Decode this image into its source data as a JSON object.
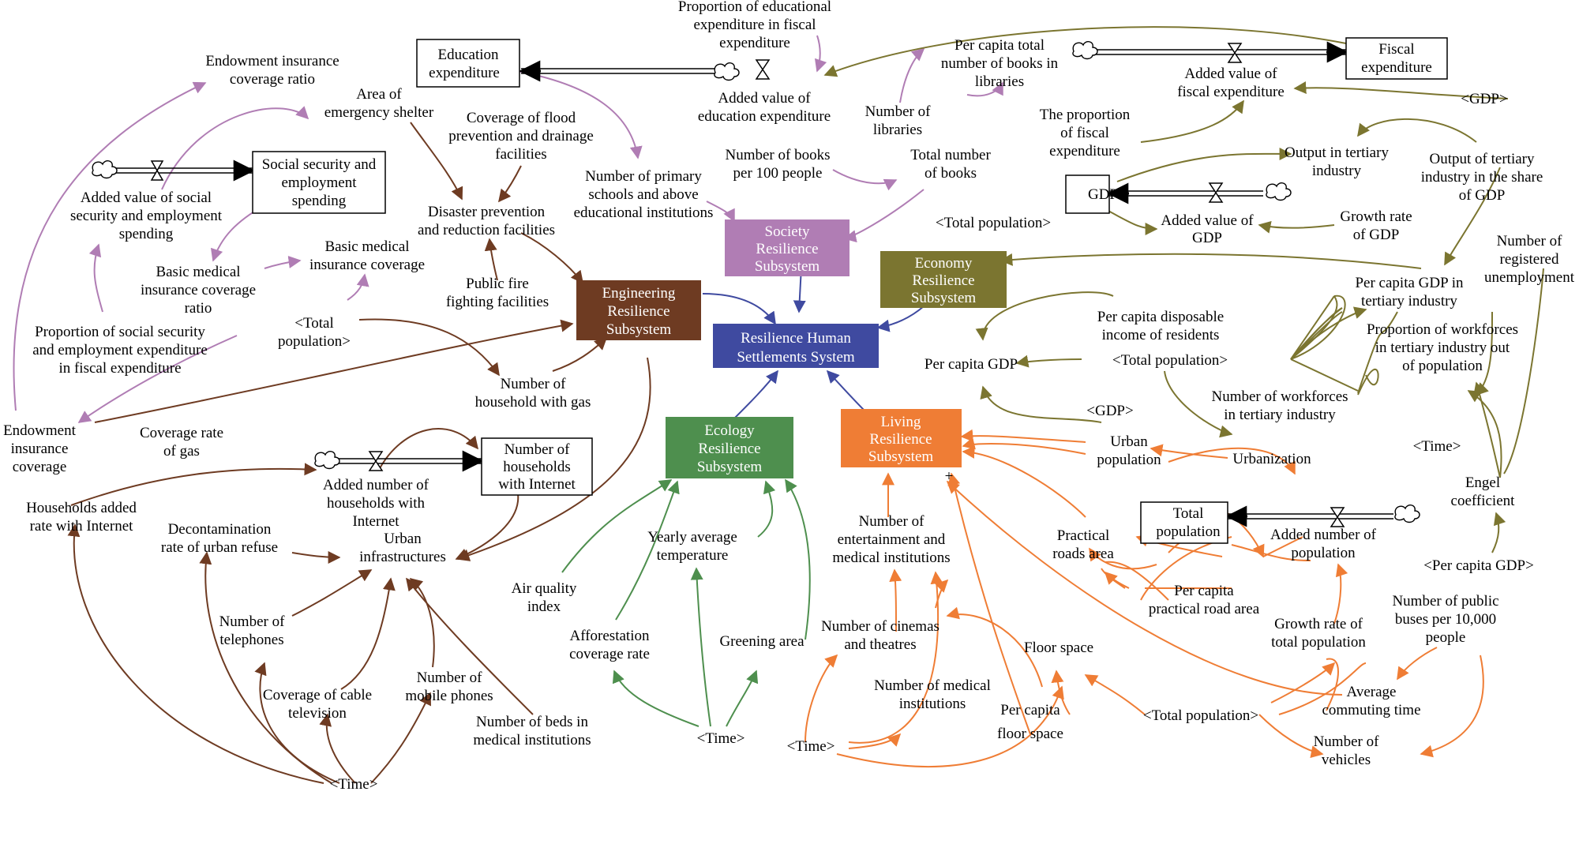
{
  "colors": {
    "engineering": "#6e3b22",
    "society": "#b07db4",
    "economy": "#7b7530",
    "ecology": "#4e8f4e",
    "living": "#ef7d35",
    "core": "#3f4aa0"
  },
  "subsystems": {
    "core": [
      "Resilience Human",
      "Settlements System"
    ],
    "engineering": [
      "Engineering",
      "Resilience",
      "Subsystem"
    ],
    "society": [
      "Society",
      "Resilience",
      "Subsystem"
    ],
    "economy": [
      "Economy",
      "Resilience",
      "Subsystem"
    ],
    "ecology": [
      "Ecology",
      "Resilience",
      "Subsystem"
    ],
    "living": [
      "Living",
      "Resilience",
      "Subsystem"
    ]
  },
  "stocks": {
    "education": [
      "Education",
      "expenditure"
    ],
    "fiscal": [
      "Fiscal",
      "expenditure"
    ],
    "social": [
      "Social security and",
      "employment",
      "spending"
    ],
    "gdp": [
      "GDP"
    ],
    "households_internet": [
      "Number of",
      "households",
      "with Internet"
    ],
    "total_population": [
      "Total",
      "population"
    ]
  },
  "variables": {
    "prop_edu": [
      "Proportion of educational",
      "expenditure in fiscal",
      "expenditure"
    ],
    "added_edu": [
      "Added value of",
      "education expenditure"
    ],
    "books_libraries": [
      "Per capita total",
      "number of books in",
      "libraries"
    ],
    "num_libraries": [
      "Number of",
      "libraries"
    ],
    "books_per100": [
      "Number of books",
      "per 100 people"
    ],
    "total_books": [
      "Total number",
      "of books"
    ],
    "total_pop_ref1": [
      "<Total population>"
    ],
    "added_fiscal": [
      "Added value of",
      "fiscal expenditure"
    ],
    "gdp_ref1": [
      "<GDP>"
    ],
    "prop_fiscal": [
      "The proportion",
      "of fiscal",
      "expenditure"
    ],
    "output_tertiary": [
      "Output in tertiary",
      "industry"
    ],
    "output_share": [
      "Output of tertiary",
      "industry in the share",
      "of GDP"
    ],
    "added_gdp": [
      "Added value of",
      "GDP"
    ],
    "growth_gdp": [
      "Growth rate",
      "of GDP"
    ],
    "registered_unemp": [
      "Number of",
      "registered",
      "unemployment"
    ],
    "gdp_tertiary": [
      "Per capita GDP in",
      "tertiary industry"
    ],
    "endow_ratio": [
      "Endowment insurance",
      "coverage ratio"
    ],
    "shelter": [
      "Area of",
      "emergency shelter"
    ],
    "flood": [
      "Coverage of flood",
      "prevention and drainage",
      "facilities"
    ],
    "primary_schools": [
      "Number of primary",
      "schools and above",
      "educational institutions"
    ],
    "added_social": [
      "Added value of social",
      "security and employment",
      "spending"
    ],
    "disaster": [
      "Disaster prevention",
      "and reduction facilities"
    ],
    "basic_medical": [
      "Basic medical",
      "insurance coverage"
    ],
    "basic_ratio": [
      "Basic medical",
      "insurance coverage",
      "ratio"
    ],
    "public_fire": [
      "Public fire",
      "fighting facilities"
    ],
    "prop_social": [
      "Proportion of social security",
      "and employment expenditure",
      "in fiscal expenditure"
    ],
    "total_pop_ref2": [
      "<Total",
      "population>"
    ],
    "disposable": [
      "Per capita disposable",
      "income of residents"
    ],
    "per_capita_gdp": [
      "Per capita GDP"
    ],
    "total_pop_ref3": [
      "<Total population>"
    ],
    "workforce_prop": [
      "Proportion of workforces",
      "in tertiary industry out",
      "of population"
    ],
    "gdp_ref2": [
      "<GDP>"
    ],
    "workforce_num": [
      "Number of workforces",
      "in tertiary industry"
    ],
    "endow_cov": [
      "Endowment",
      "insurance",
      "coverage"
    ],
    "coverage_gas": [
      "Coverage rate",
      "of gas"
    ],
    "household_gas": [
      "Number of",
      "household with gas"
    ],
    "urban_pop": [
      "Urban",
      "population"
    ],
    "urbanization": [
      "Urbanization"
    ],
    "time_ref1": [
      "<Time>"
    ],
    "engel": [
      "Engel",
      "coefficient"
    ],
    "added_households": [
      "Added number of",
      "households with",
      "Internet"
    ],
    "households_rate": [
      "Households added",
      "rate with Internet"
    ],
    "decontamination": [
      "Decontamination",
      "rate of urban refuse"
    ],
    "urban_infra": [
      "Urban",
      "infrastructures"
    ],
    "num_entertainment": [
      "Number of",
      "entertainment and",
      "medical institutions"
    ],
    "yearly_temp": [
      "Yearly average",
      "temperature"
    ],
    "practical_roads": [
      "Practical",
      "roads area"
    ],
    "added_pop": [
      "Added number of",
      "population"
    ],
    "air_quality": [
      "Air quality",
      "index"
    ],
    "pcgdp_ref": [
      "<Per capita GDP>"
    ],
    "telephones": [
      "Number of",
      "telephones"
    ],
    "per_capita_road": [
      "Per capita",
      "practical road area"
    ],
    "public_buses": [
      "Number of public",
      "buses per 10,000",
      "people"
    ],
    "afforestation": [
      "Afforestation",
      "coverage rate"
    ],
    "cinemas": [
      "Number of cinemas",
      "and theatres"
    ],
    "greening": [
      "Greening area"
    ],
    "floor_space": [
      "Floor space"
    ],
    "growth_pop": [
      "Growth rate of",
      "total population"
    ],
    "mobile": [
      "Number of",
      "mobile phones"
    ],
    "cable_tv": [
      "Coverage of cable",
      "television"
    ],
    "medical_institutions": [
      "Number of medical",
      "institutions"
    ],
    "avg_commute": [
      "Average",
      "commuting time"
    ],
    "beds": [
      "Number of beds in",
      "medical institutions"
    ],
    "per_capita_floor": [
      "Per capita",
      "floor space"
    ],
    "total_pop_ref4": [
      "<Total population>"
    ],
    "time_ref2": [
      "<Time>"
    ],
    "time_ref3": [
      "<Time>"
    ],
    "vehicles": [
      "Number of",
      "vehicles"
    ],
    "time_ref4": [
      "<Time>"
    ],
    "plus_sign": [
      "+"
    ]
  }
}
